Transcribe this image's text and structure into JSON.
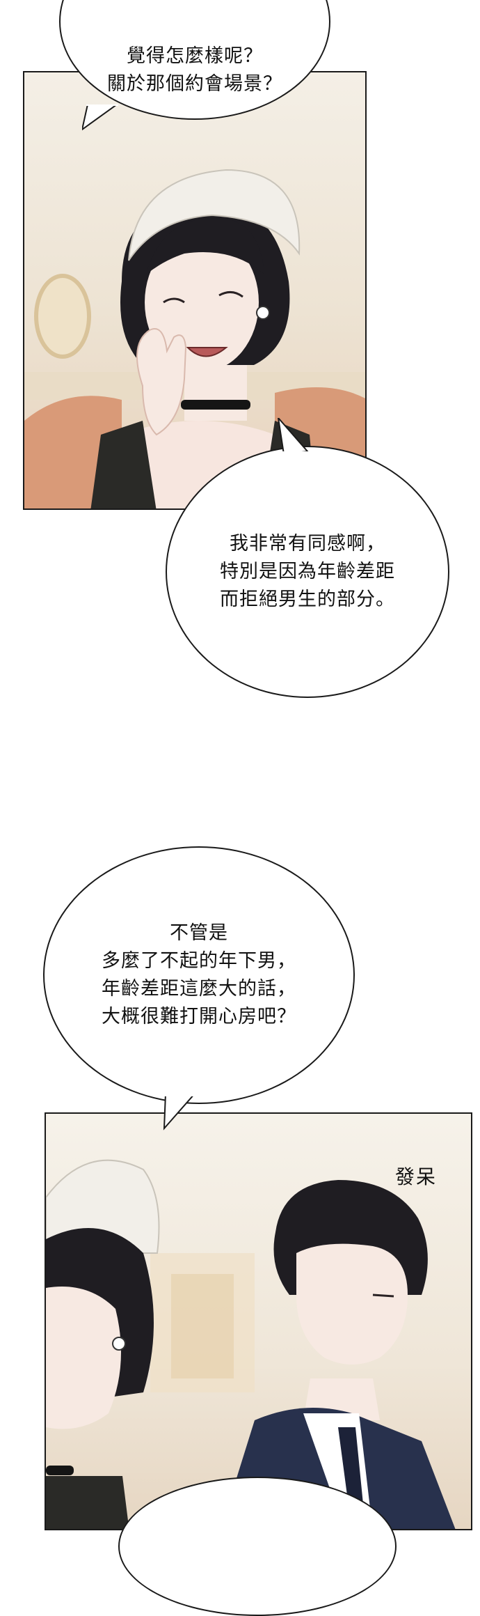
{
  "bubbles": {
    "top": "覺得怎麼樣呢？\n關於那個約會場景？",
    "middle": "我非常有同感啊，\n特別是因為年齡差距\n而拒絕男生的部分。",
    "lower": "不管是\n多麼了不起的年下男，\n年齡差距這麼大的話，\n大概很難打開心房吧？",
    "bottom": ""
  },
  "sfx": {
    "daze": "發呆"
  },
  "colors": {
    "panel_border": "#1a1a1a",
    "bubble_fill": "#ffffff",
    "hair": "#1f1d22",
    "skin": "#f7e9e2",
    "beret": "#f2efe9",
    "jacket": "#28314d"
  }
}
